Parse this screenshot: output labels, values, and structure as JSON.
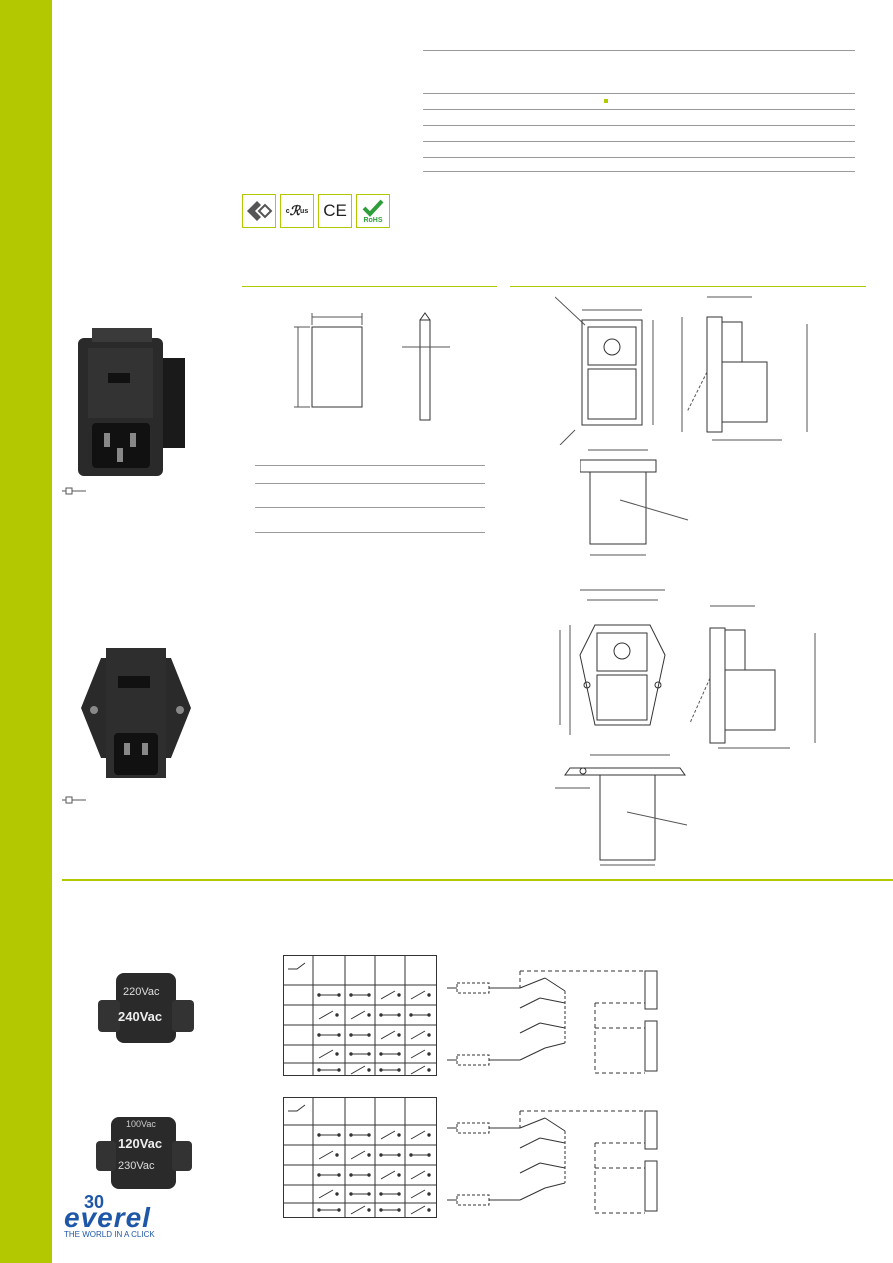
{
  "certifications": {
    "items": [
      {
        "name": "vde-mark-icon",
        "label": ""
      },
      {
        "name": "ul-recognized-icon",
        "label": "c",
        "suffix": "us"
      },
      {
        "name": "ce-mark-icon",
        "label": "CE"
      },
      {
        "name": "rohs-icon",
        "label": "RoHS"
      }
    ]
  },
  "switch_labels": {
    "a_top": "220Vac",
    "a_bottom": "240Vac",
    "b_top": "100Vac",
    "b_middle": "120Vac",
    "b_bottom": "230Vac"
  },
  "logo": {
    "number": "30",
    "brand": "everel",
    "tagline": "THE WORLD IN A CLICK"
  },
  "colors": {
    "accent": "#b4c800",
    "line": "#9a9a9a"
  }
}
